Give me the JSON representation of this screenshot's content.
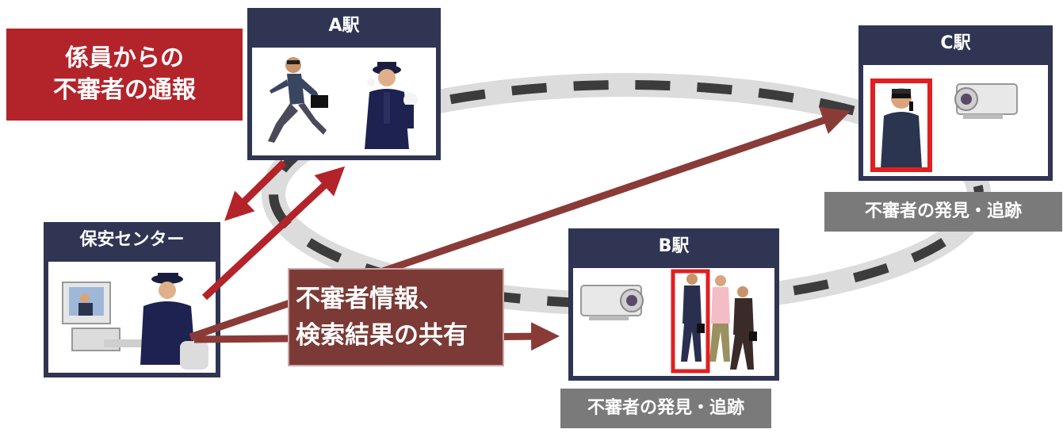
{
  "stations": {
    "a": {
      "label": "A駅"
    },
    "b": {
      "label": "B駅"
    },
    "c": {
      "label": "C駅"
    },
    "center": {
      "label": "保安センター"
    }
  },
  "callouts": {
    "report": {
      "line1": "係員からの",
      "line2": "不審者の通報"
    },
    "share": {
      "line1": "不審者情報、",
      "line2": "検索結果の共有"
    }
  },
  "tags": {
    "b_detect": "不審者の発見・追跡",
    "c_detect": "不審者の発見・追跡"
  },
  "colors": {
    "station_header": "#2f3552",
    "report_box": "#b3242a",
    "share_box": "#7b3a36",
    "arrow_red": "#b3242a",
    "arrow_brown": "#8a3b38",
    "track": "#dcdcdc",
    "track_dash": "#3c3c3c",
    "tag_gray": "#7a7a7a",
    "highlight_box": "#e02020"
  }
}
